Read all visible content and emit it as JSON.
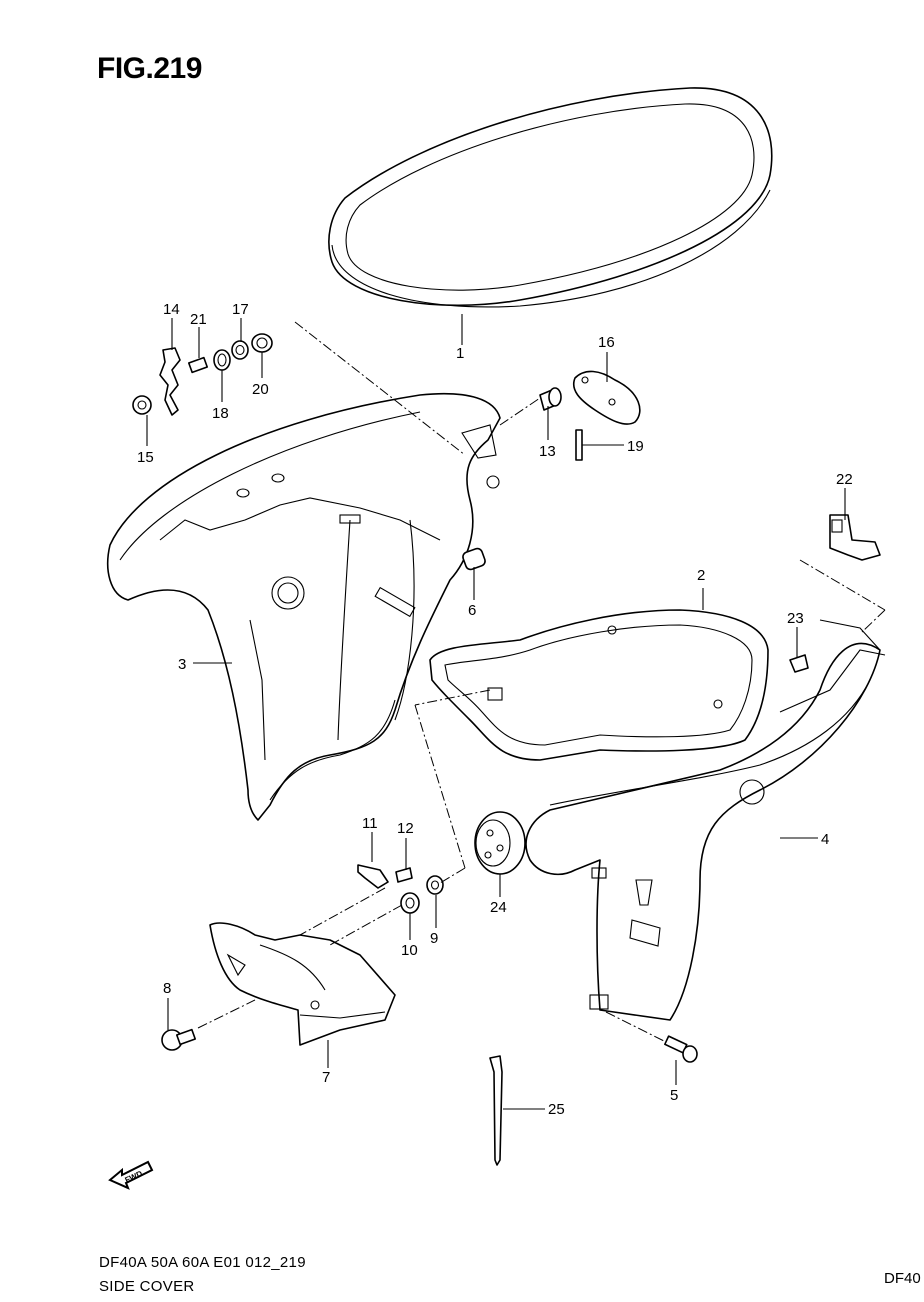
{
  "figure": {
    "title": "FIG.219"
  },
  "callouts": {
    "p1": "1",
    "p2": "2",
    "p3": "3",
    "p4": "4",
    "p5": "5",
    "p6": "6",
    "p7": "7",
    "p8": "8",
    "p9": "9",
    "p10": "10",
    "p11": "11",
    "p12": "12",
    "p13": "13",
    "p14": "14",
    "p15": "15",
    "p16": "16",
    "p17": "17",
    "p18": "18",
    "p19": "19",
    "p20": "20",
    "p21": "21",
    "p22": "22",
    "p23": "23",
    "p24": "24",
    "p25": "25"
  },
  "fwd_arrow": {
    "label": "FWD"
  },
  "footer": {
    "model_code": "DF40A 50A 60A E01 012_219",
    "section_name": "SIDE COVER",
    "corner_code": "DF40"
  }
}
